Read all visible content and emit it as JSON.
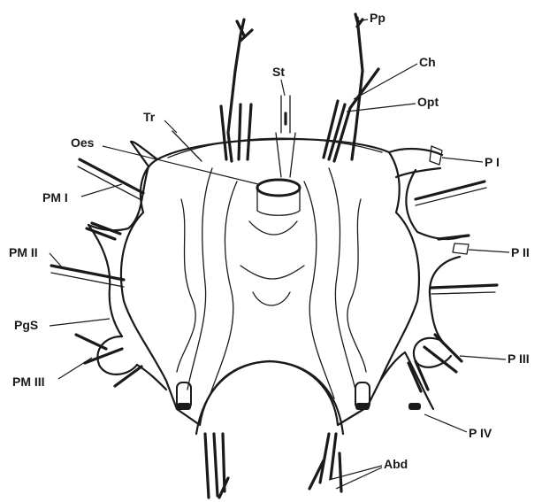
{
  "figure": {
    "labels": {
      "pp": "Pp",
      "ch": "Ch",
      "st": "St",
      "opt": "Opt",
      "tr": "Tr",
      "oes": "Oes",
      "p1": "P I",
      "pm1": "PM I",
      "p2": "P II",
      "pm2": "PM II",
      "pgs": "PgS",
      "p3": "P III",
      "pm3": "PM III",
      "p4": "P IV",
      "abd": "Abd"
    }
  }
}
